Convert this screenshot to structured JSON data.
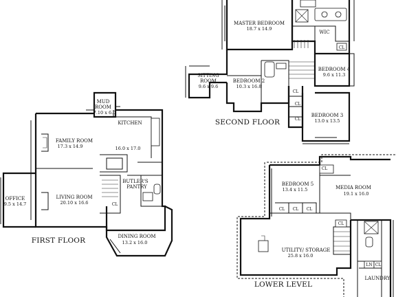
{
  "second_floor": {
    "title": "SECOND FLOOR",
    "rooms": [
      {
        "id": "master-bedroom",
        "name": "MASTER BEDROOM",
        "dims": "18.7 x 14.9"
      },
      {
        "id": "wic",
        "name": "WIC",
        "dims": ""
      },
      {
        "id": "bedroom-4",
        "name": "BEDROOM 4",
        "dims": "9.6 x 11.3"
      },
      {
        "id": "sitting-room",
        "name": "SITTING ROOM",
        "name_line1": "SITTING",
        "name_line2": "ROOM",
        "dims": "9.6 x 9.6"
      },
      {
        "id": "bedroom-2",
        "name": "BEDROOM 2",
        "dims": "10.3 x 16.8"
      },
      {
        "id": "bedroom-3",
        "name": "BEDROOM 3",
        "dims": "13.0 x 13.5"
      }
    ],
    "closet_label": "CL"
  },
  "first_floor": {
    "title": "FIRST FLOOR",
    "rooms": [
      {
        "id": "mud-room",
        "name": "MUD ROOM",
        "name_line1": "MUD",
        "name_line2": "ROOM",
        "dims": "7.10 x 6.0"
      },
      {
        "id": "kitchen",
        "name": "KITCHEN",
        "dims": "16.0 x 17.0"
      },
      {
        "id": "family-room",
        "name": "FAMILY ROOM",
        "dims": "17.3 x 14.9"
      },
      {
        "id": "butlers-pantry",
        "name": "BUTLER'S PANTRY",
        "name_line1": "BUTLER'S",
        "name_line2": "PANTRY",
        "dims": ""
      },
      {
        "id": "office",
        "name": "OFFICE",
        "dims": "9.5 x 14.7"
      },
      {
        "id": "living-room",
        "name": "LIVING ROOM",
        "dims": "20.10 x 16.6"
      },
      {
        "id": "dining-room",
        "name": "DINING ROOM",
        "dims": "13.2 x 16.0"
      }
    ],
    "closet_label": "CL"
  },
  "lower_level": {
    "title": "LOWER LEVEL",
    "rooms": [
      {
        "id": "bedroom-5",
        "name": "BEDROOM 5",
        "dims": "13.4 x 11.5"
      },
      {
        "id": "media-room",
        "name": "MEDIA ROOM",
        "dims": "19.1 x 16.0"
      },
      {
        "id": "utility-storage",
        "name": "UTILITY/ STORAGE",
        "dims": "25.8 x 16.0"
      },
      {
        "id": "laundry",
        "name": "LAUNDRY",
        "dims": ""
      }
    ],
    "closet_label": "CL",
    "linen_label": "LN"
  }
}
